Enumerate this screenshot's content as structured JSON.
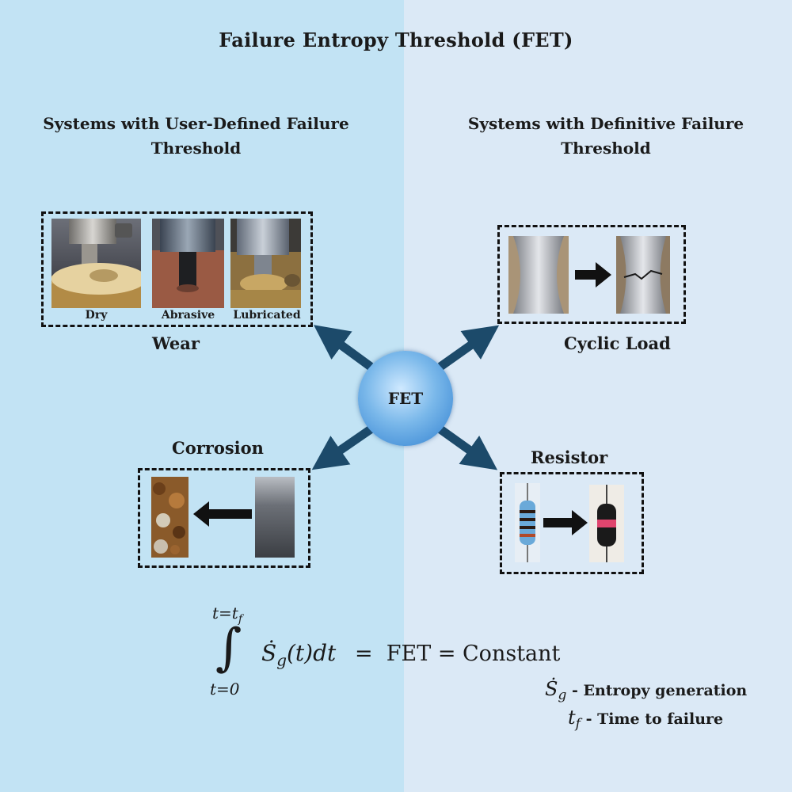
{
  "title": "Failure Entropy Threshold (FET)",
  "left_heading": "Systems with User-Defined Failure Threshold",
  "right_heading": "Systems with Definitive Failure Threshold",
  "center_label": "FET",
  "wear": {
    "label": "Wear",
    "captions": [
      "Dry",
      "Abrasive",
      "Lubricated"
    ]
  },
  "cyclic": {
    "label": "Cyclic Load"
  },
  "corrosion": {
    "label": "Corrosion"
  },
  "resistor": {
    "label": "Resistor"
  },
  "formula": {
    "upper_limit": "t=t",
    "upper_sub": "f",
    "lower_limit": "t=0",
    "integrand_sym": "S",
    "integrand_sub": "g",
    "integrand_rest": "(t)dt",
    "rhs": "=  FET = Constant"
  },
  "legend": {
    "sg_sym": "S",
    "sg_sub": "g",
    "sg_text": " - Entropy generation",
    "tf_sym": "t",
    "tf_sub": "f",
    "tf_text": " - Time to failure"
  }
}
